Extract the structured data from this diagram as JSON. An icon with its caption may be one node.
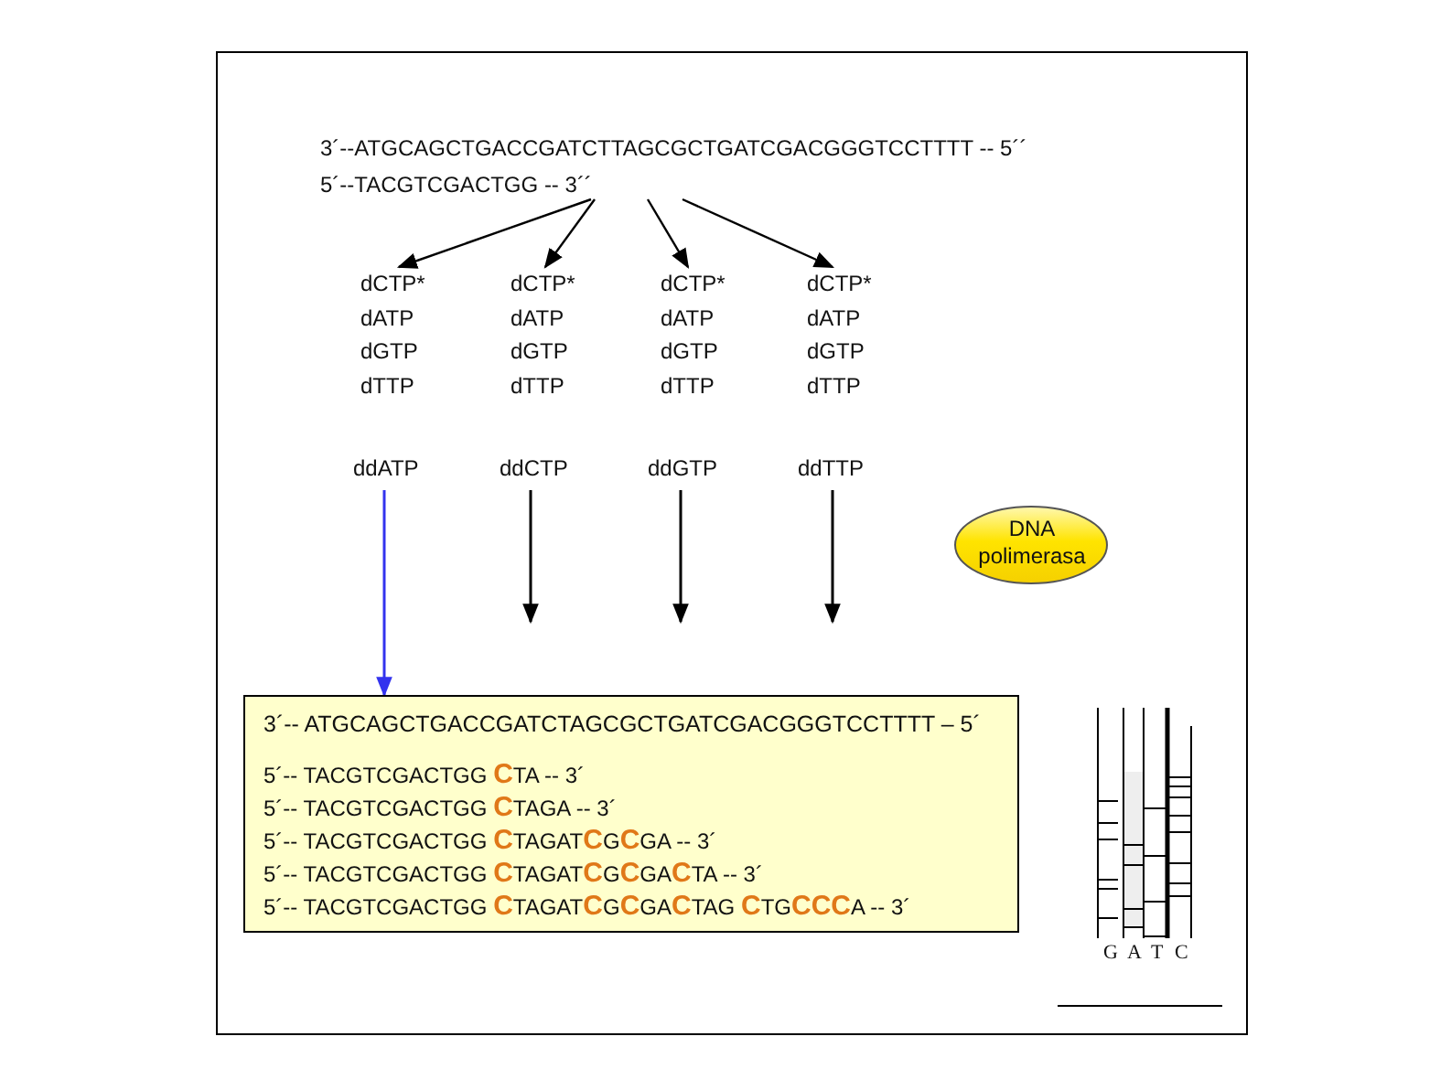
{
  "diagram": {
    "nodes": [
      {
        "text": [
          "3´--ATGCAGCTGACCGATCTTAGCGCTGATCGACGGGTCCTTTT -- 5´´",
          "5´--TACGTCGACTGG -- 3´´"
        ]
      },
      {
        "text": [
          "dCTP*",
          "dATP",
          "dGTP",
          "dTTP"
        ]
      },
      {
        "text": [
          "dCTP*",
          "dATP",
          "dGTP",
          "dTTP"
        ]
      },
      {
        "text": [
          "dCTP*",
          "dATP",
          "dGTP",
          "dTTP"
        ]
      },
      {
        "text": [
          "dCTP*",
          "dATP",
          "dGTP",
          "dTTP"
        ]
      },
      {
        "text": [
          "ddATP"
        ]
      },
      {
        "text": [
          "ddCTP"
        ]
      },
      {
        "text": [
          "ddGTP"
        ]
      },
      {
        "text": [
          "ddTTP"
        ]
      },
      {
        "text": [
          "3´-- ATGCAGCTGACCGATCTAGCGCTGATCGACGGGTCCTTTT – 5´",
          "5´-- TACGTCGACTGG **C**TA -- 3´",
          "5´-- TACGTCGACTGG **C**TAGA -- 3´",
          "5´-- TACGTCGACTGG **C**TAGAT**C**G**C**GA -- 3´",
          "5´-- TACGTCGACTGG **C**TAGAT**C**G**C**GA**C**TA -- 3´",
          "5´-- TACGTCGACTGG **C**TAGAT**C**G**C**GA**C**TAG **C**TG**CCC**A -- 3´"
        ]
      },
      {
        "text": [
          "DNA polimerasa"
        ]
      }
    ],
    "edges": [
      {
        "from": 0,
        "to": 1,
        "arrow": "to"
      },
      {
        "from": 0,
        "to": 2,
        "arrow": "to"
      },
      {
        "from": 0,
        "to": 3,
        "arrow": "to"
      },
      {
        "from": 0,
        "to": 4,
        "arrow": "to"
      },
      {
        "from": 5,
        "to": 9,
        "arrow": "to",
        "color": "#3333ee"
      },
      {
        "from": 6,
        "to": null,
        "arrow": "to"
      },
      {
        "from": 7,
        "to": null,
        "arrow": "to"
      },
      {
        "from": 8,
        "to": null,
        "arrow": "to"
      }
    ],
    "labels": [
      "G",
      "A",
      "T",
      "C"
    ]
  }
}
